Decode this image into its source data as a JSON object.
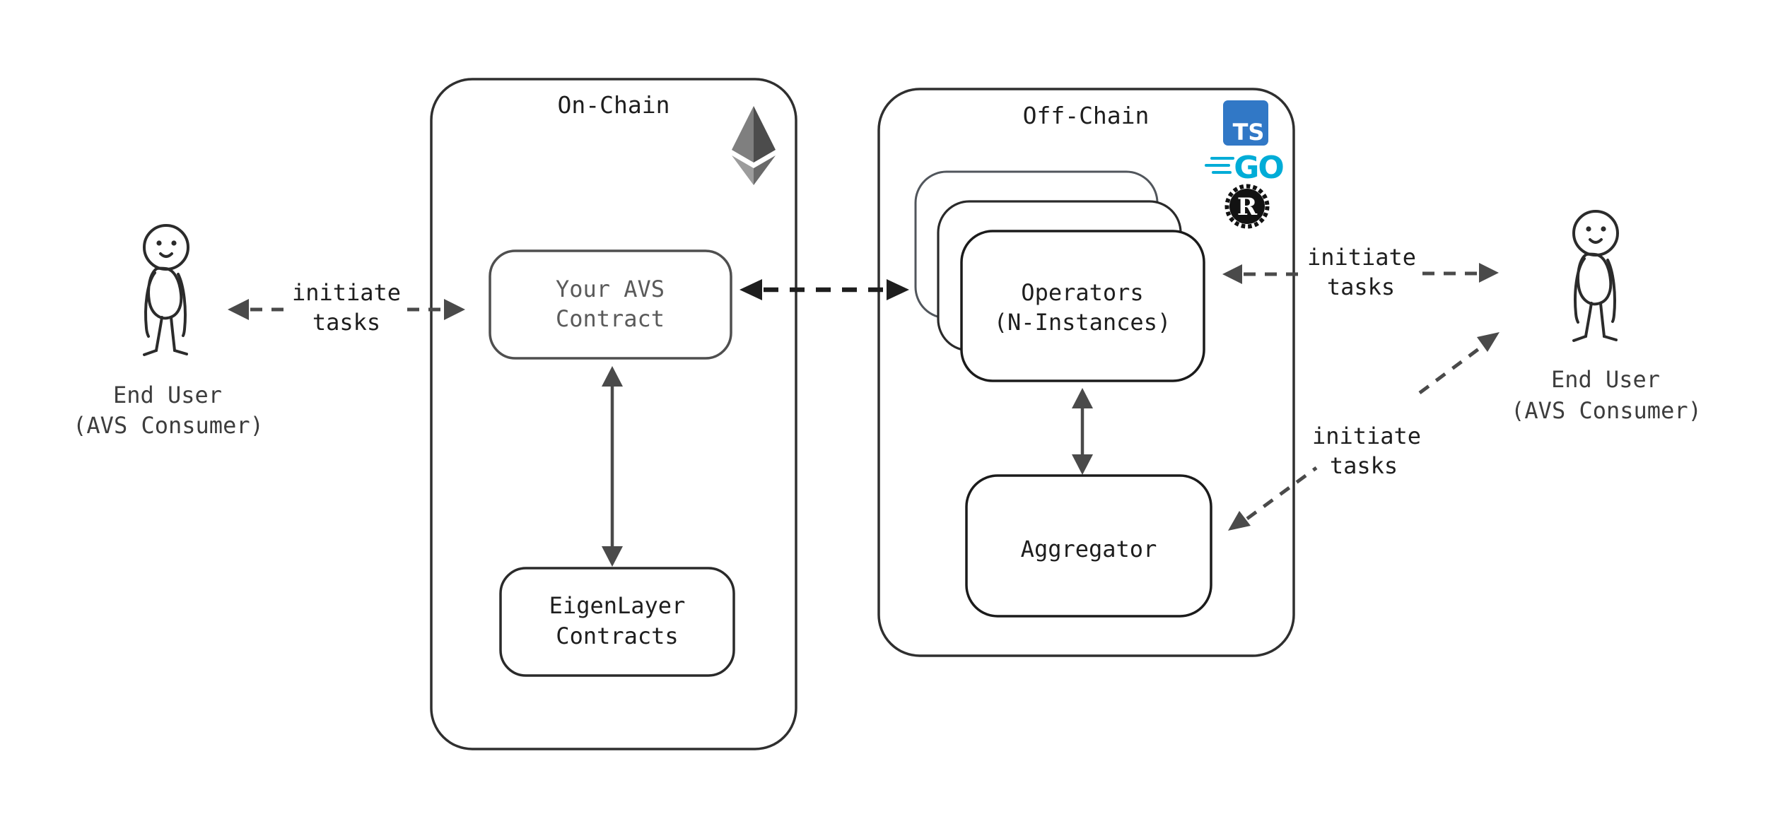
{
  "diagram": {
    "on_chain": {
      "title": "On-Chain",
      "avs_contract": {
        "line1": "Your AVS",
        "line2": "Contract"
      },
      "eigenlayer": {
        "line1": "EigenLayer",
        "line2": "Contracts"
      }
    },
    "off_chain": {
      "title": "Off-Chain",
      "operators": {
        "line1": "Operators",
        "line2": "(N-Instances)"
      },
      "aggregator": {
        "label": "Aggregator"
      }
    },
    "left_user": {
      "name_line1": "End User",
      "name_line2": "(AVS Consumer)"
    },
    "right_user": {
      "name_line1": "End User",
      "name_line2": "(AVS Consumer)"
    },
    "edges": {
      "user_to_avs": {
        "line1": "initiate",
        "line2": "tasks"
      },
      "operators_to_user": {
        "line1": "initiate",
        "line2": "tasks"
      },
      "aggregator_to_user": {
        "line1": "initiate",
        "line2": "tasks"
      }
    },
    "icons": {
      "typescript": "TS",
      "go": "GO",
      "rust": "R"
    },
    "colors": {
      "background": "#ffffff",
      "stroke_dark": "#1e1e1e",
      "stroke_gray": "#4a4a4a",
      "container_stroke": "#2f2f2f",
      "ts_blue": "#3178c6",
      "go_cyan": "#00acd7",
      "rust_black": "#121212"
    }
  }
}
